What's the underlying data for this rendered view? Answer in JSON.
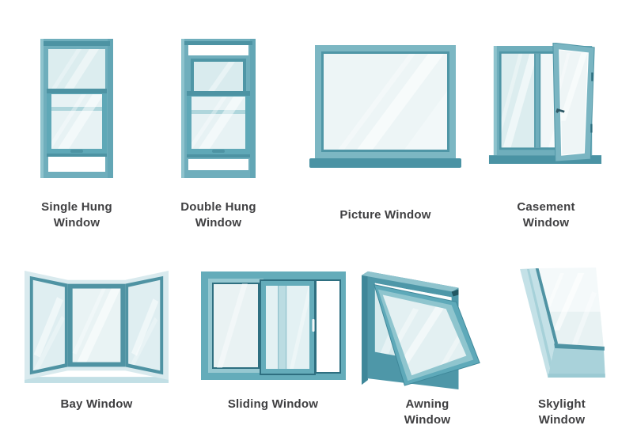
{
  "figure": {
    "description": "Types of windows illustration grid",
    "rows": 2,
    "cols": 4
  },
  "items": [
    {
      "id": "single-hung",
      "label": "Single Hung Window"
    },
    {
      "id": "double-hung",
      "label": "Double Hung Window"
    },
    {
      "id": "picture",
      "label": "Picture Window"
    },
    {
      "id": "casement",
      "label": "Casement Window"
    },
    {
      "id": "bay",
      "label": "Bay Window"
    },
    {
      "id": "sliding",
      "label": "Sliding Window"
    },
    {
      "id": "awning",
      "label": "Awning Window"
    },
    {
      "id": "skylight",
      "label": "Skylight Window"
    }
  ],
  "palette": {
    "background": "#FFFFFF",
    "frame_teal": "#6FAEBC",
    "frame_teal_saturated": "#64ACBA",
    "frame_light": "#8EC3CD",
    "frame_dark": "#4D93A3",
    "frame_deep": "#2E6F80",
    "glass_light": "#E7F2F4",
    "glass_mid": "#DCEDEF",
    "reveal_light": "#C4E1E7",
    "label_color": "#3F3F41"
  }
}
